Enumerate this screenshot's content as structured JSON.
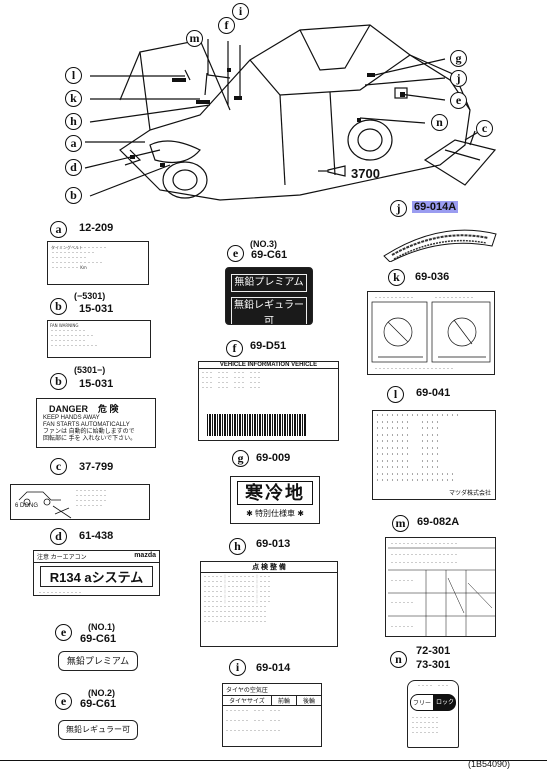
{
  "jack_ref": "3700",
  "footer_code": "(1B54090)",
  "labels": {
    "a": {
      "letter": "a",
      "number": "12-209",
      "line1": "タイミングベルト",
      "line2": "Km"
    },
    "b1": {
      "letter": "b",
      "range": "(−5301)",
      "number": "15-031",
      "line1": "FAN WARNING"
    },
    "b2": {
      "letter": "b",
      "range": "(5301−)",
      "number": "15-031",
      "title": "DANGER",
      "title_jp": "危 険",
      "l1": "KEEP HANDS AWAY",
      "l2": "FAN STARTS AUTOMATICALLY",
      "l3": "ファンは 自動的に始動しますので",
      "l4": "回転部に 手を 入れないで下さい。"
    },
    "c": {
      "letter": "c",
      "number": "37-799",
      "text": "6 DONG"
    },
    "d": {
      "letter": "d",
      "number": "61-438",
      "head_left": "注意 カーエアコン",
      "brand": "mazda",
      "main": "R134 aシステム"
    },
    "e1": {
      "letter": "e",
      "tag": "(NO.1)",
      "number": "69-C61",
      "text": "無鉛プレミアム"
    },
    "e2": {
      "letter": "e",
      "tag": "(NO.2)",
      "number": "69-C61",
      "text": "無鉛レギュラー可"
    },
    "e3": {
      "letter": "e",
      "tag": "(NO.3)",
      "number": "69-C61",
      "t1": "無鉛プレミアム",
      "t2": "無鉛レギュラー可"
    },
    "f": {
      "letter": "f",
      "number": "69-D51",
      "head": "VEHICLE  INFORMATION  VEHICLE"
    },
    "g": {
      "letter": "g",
      "number": "69-009",
      "big": "寒冷地",
      "small": "✱ 特別仕様車 ✱"
    },
    "h": {
      "letter": "h",
      "number": "69-013",
      "head": "点 検 整 備"
    },
    "i": {
      "letter": "i",
      "number": "69-014",
      "head": "タイヤの空気圧",
      "col1": "タイヤサイズ",
      "col2": "前輪",
      "col3": "後輪"
    },
    "j": {
      "letter": "j",
      "number": "69-014A"
    },
    "k": {
      "letter": "k",
      "number": "69-036"
    },
    "l": {
      "letter": "l",
      "number": "69-041",
      "foot": "マツダ株式会社"
    },
    "m": {
      "letter": "m",
      "number": "69-082A"
    },
    "n": {
      "letter": "n",
      "number1": "72-301",
      "number2": "73-301",
      "word1": "フリー",
      "word2": "ロック"
    }
  },
  "car_callouts": [
    "m",
    "f",
    "i",
    "l",
    "k",
    "h",
    "a",
    "d",
    "b",
    "g",
    "j",
    "e",
    "n",
    "c"
  ]
}
